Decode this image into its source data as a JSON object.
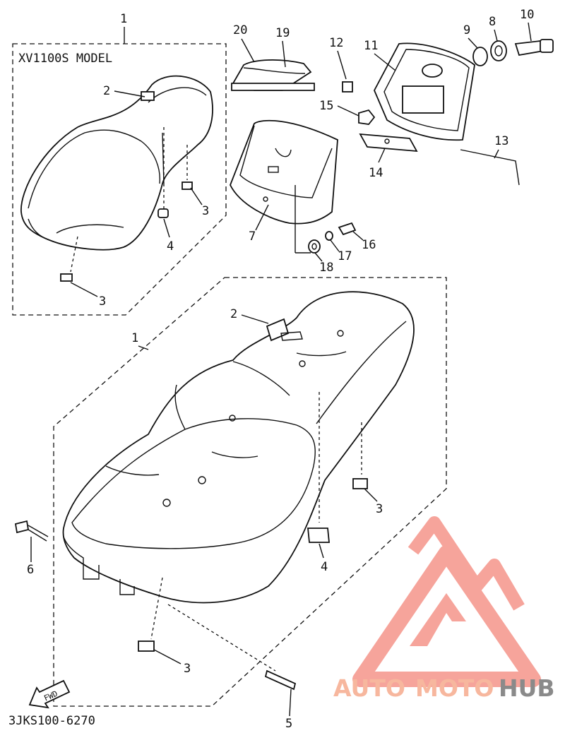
{
  "model_title": "XV1100S MODEL",
  "diagram_code": "3JKS100-6270",
  "fwd_label": "FWD",
  "watermark": {
    "part1": "AUTO",
    "part2": "MOTO",
    "part3": "HUB",
    "color_light": "#f6b0a5",
    "color_gray": "#8a8a8a",
    "color_red": "#f26f6a"
  },
  "callouts": {
    "c1_top": "1",
    "c1_mid": "1",
    "c2_top": "2",
    "c2_mid": "2",
    "c3_top_a": "3",
    "c3_top_b": "3",
    "c3_mid_a": "3",
    "c3_mid_b": "3",
    "c4_top": "4",
    "c4_mid": "4",
    "c5": "5",
    "c6": "6",
    "c7": "7",
    "c8": "8",
    "c9": "9",
    "c10": "10",
    "c11": "11",
    "c12": "12",
    "c13": "13",
    "c14": "14",
    "c15": "15",
    "c16": "16",
    "c17": "17",
    "c18": "18",
    "c19": "19",
    "c20": "20"
  }
}
